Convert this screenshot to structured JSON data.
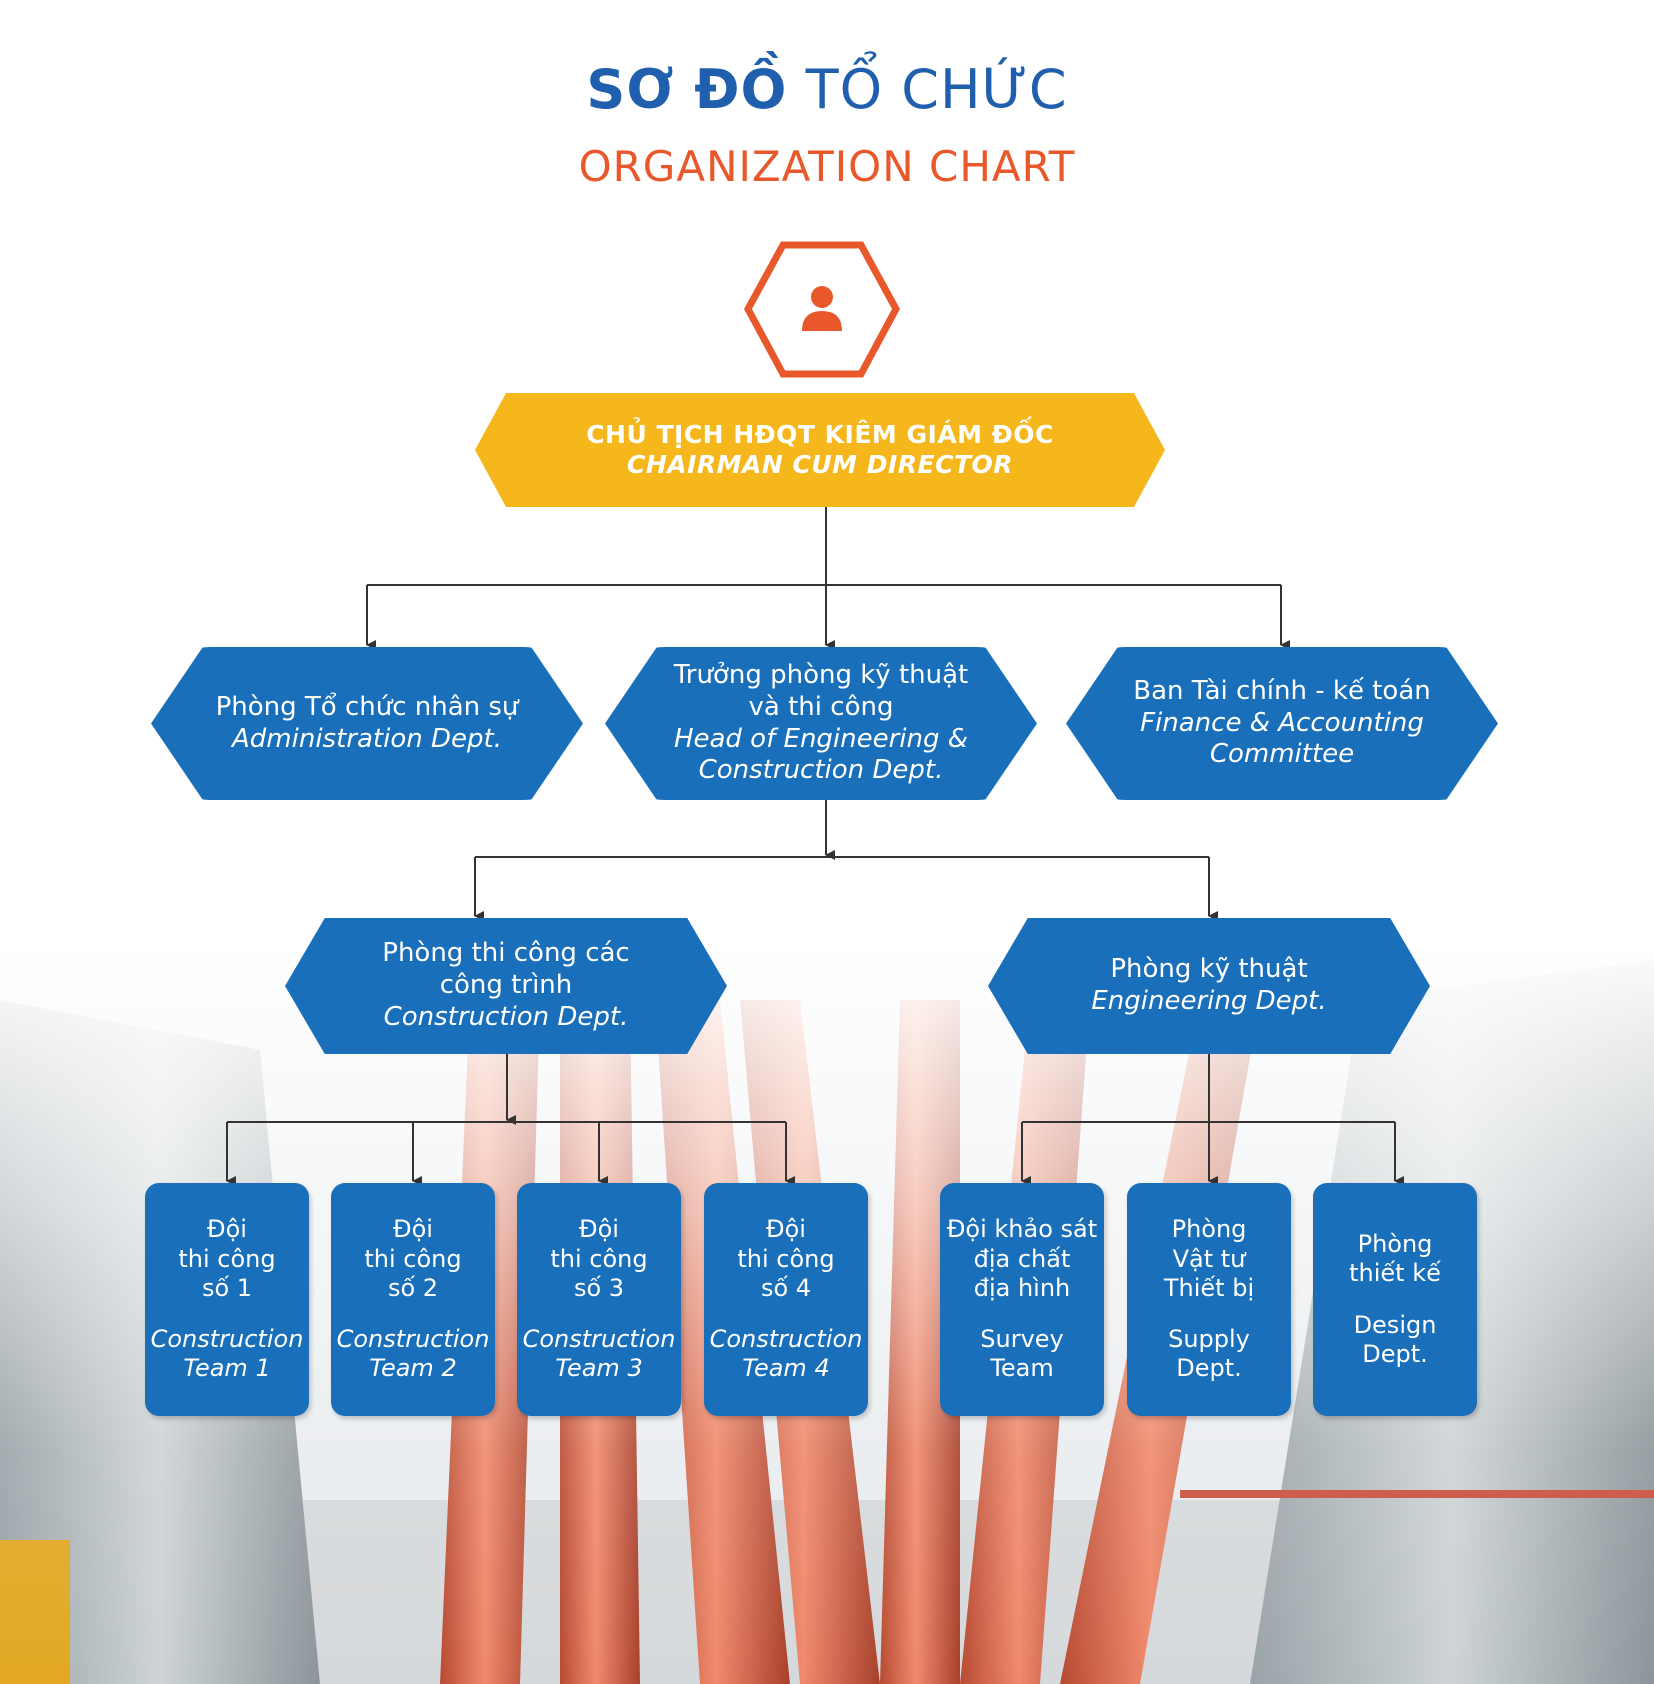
{
  "title": {
    "vi_bold": "SƠ ĐỒ",
    "vi_light": "TỔ CHỨC",
    "en": "ORGANIZATION CHART"
  },
  "colors": {
    "title_blue": "#1f5fae",
    "title_orange": "#e8582a",
    "chairman_fill": "#f5b71b",
    "node_fill": "#1a6fba",
    "icon_orange": "#e8582a",
    "connector": "#333333"
  },
  "icon": "person-icon",
  "chairman": {
    "vi": "CHỦ TỊCH HĐQT KIÊM GIÁM ĐỐC",
    "en": "CHAIRMAN CUM DIRECTOR"
  },
  "departments": [
    {
      "vi": "Phòng Tổ chức nhân sự",
      "en": "Administration Dept."
    },
    {
      "vi_1": "Trưởng phòng kỹ thuật",
      "vi_2": "và thi công",
      "en_1": "Head of Engineering &",
      "en_2": "Construction Dept."
    },
    {
      "vi": "Ban Tài chính - kế toán",
      "en_1": "Finance & Accounting",
      "en_2": "Committee"
    }
  ],
  "sub_departments": [
    {
      "vi_1": "Phòng thi công các",
      "vi_2": "công trình",
      "en": "Construction Dept."
    },
    {
      "vi": "Phòng kỹ thuật",
      "en": "Engineering Dept."
    }
  ],
  "teams": [
    {
      "vi_1": "Đội",
      "vi_2": "thi công",
      "vi_3": "số 1",
      "en_1": "Construction",
      "en_2": "Team 1"
    },
    {
      "vi_1": "Đội",
      "vi_2": "thi công",
      "vi_3": "số 2",
      "en_1": "Construction",
      "en_2": "Team 2"
    },
    {
      "vi_1": "Đội",
      "vi_2": "thi công",
      "vi_3": "số 3",
      "en_1": "Construction",
      "en_2": "Team 3"
    },
    {
      "vi_1": "Đội",
      "vi_2": "thi công",
      "vi_3": "số 4",
      "en_1": "Construction",
      "en_2": "Team 4"
    },
    {
      "vi_1": "Đội khảo sát",
      "vi_2": "địa chất",
      "vi_3": "địa hình",
      "en_1": "Survey",
      "en_2": "Team"
    },
    {
      "vi_1": "Phòng",
      "vi_2": "Vật tư",
      "vi_3": "Thiết bị",
      "en_1": "Supply",
      "en_2": "Dept."
    },
    {
      "vi_1": "Phòng",
      "vi_2": "thiết kế",
      "en_1": "Design",
      "en_2": "Dept."
    }
  ]
}
